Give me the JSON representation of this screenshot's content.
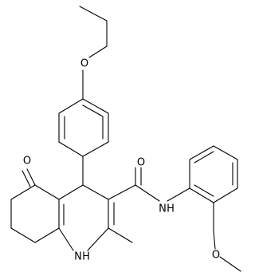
{
  "structure": {
    "atoms": {
      "O_propoxy": "O",
      "O_ketone": "O",
      "O_amide": "O",
      "N_amide": "N",
      "H_amide": "H",
      "N_ring": "N",
      "H_ring": "H",
      "O_methoxy": "O"
    }
  }
}
